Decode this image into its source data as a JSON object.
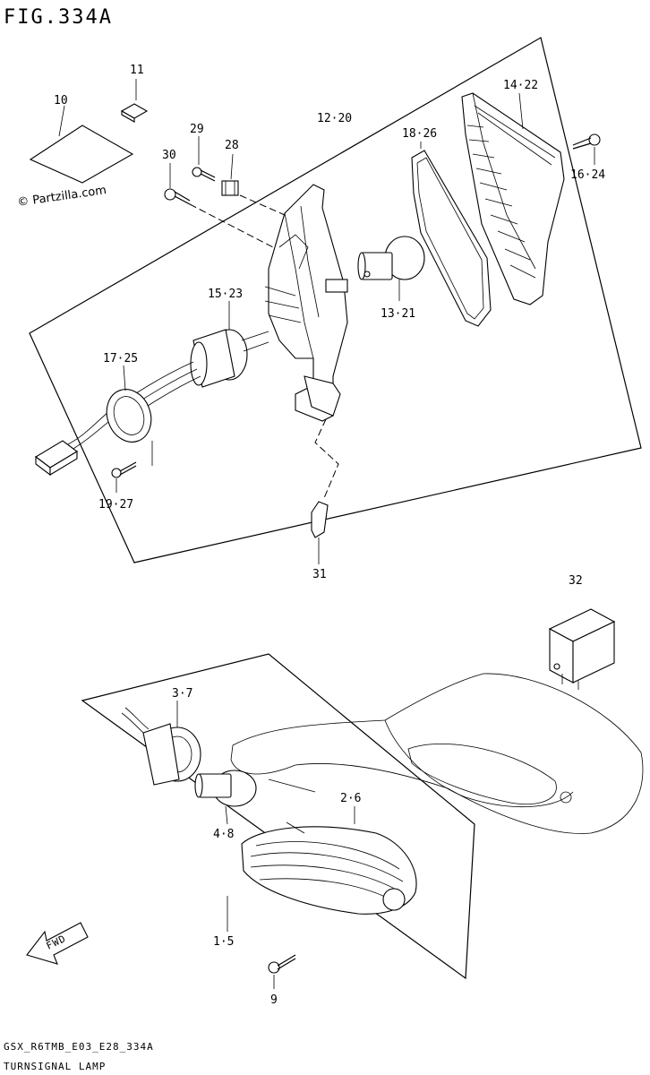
{
  "figure_title": "FIG.334A",
  "watermark": "© Partzilla.com",
  "model_code": "GSX_R6TMB_E03_E28_334A",
  "caption": "TURNSIGNAL LAMP",
  "fwd_label": "FWD",
  "callouts": [
    {
      "id": "c10",
      "text": "10"
    },
    {
      "id": "c11",
      "text": "11"
    },
    {
      "id": "c29",
      "text": "29"
    },
    {
      "id": "c28",
      "text": "28"
    },
    {
      "id": "c30",
      "text": "30"
    },
    {
      "id": "c12_20",
      "text": "12·20"
    },
    {
      "id": "c18_26",
      "text": "18·26"
    },
    {
      "id": "c13_21",
      "text": "13·21"
    },
    {
      "id": "c14_22",
      "text": "14·22"
    },
    {
      "id": "c16_24",
      "text": "16·24"
    },
    {
      "id": "c15_23",
      "text": "15·23"
    },
    {
      "id": "c17_25",
      "text": "17·25"
    },
    {
      "id": "c19_27",
      "text": "19·27"
    },
    {
      "id": "c31",
      "text": "31"
    },
    {
      "id": "c32",
      "text": "32"
    },
    {
      "id": "c3_7",
      "text": "3·7"
    },
    {
      "id": "c2_6",
      "text": "2·6"
    },
    {
      "id": "c4_8",
      "text": "4·8"
    },
    {
      "id": "c1_5",
      "text": "1·5"
    },
    {
      "id": "c9",
      "text": "9"
    }
  ]
}
